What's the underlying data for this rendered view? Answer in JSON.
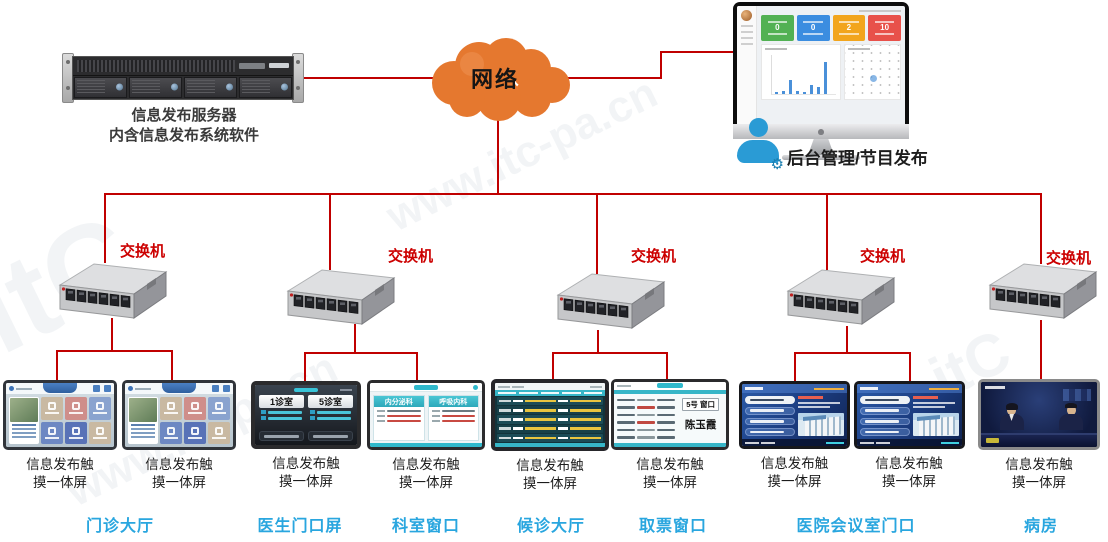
{
  "watermark": {
    "brand": "itC",
    "url": "www.itc-pa.cn"
  },
  "server": {
    "caption_line1": "信息发布服务器",
    "caption_line2": "内含信息发布系统软件"
  },
  "cloud": {
    "label": "网络"
  },
  "backend": {
    "label": "后台管理/节目发布",
    "dashboard_cards": [
      {
        "value": "0",
        "color": "#52b153"
      },
      {
        "value": "0",
        "color": "#3b8de0"
      },
      {
        "value": "2",
        "color": "#f2a51d"
      },
      {
        "value": "10",
        "color": "#e8514a"
      }
    ]
  },
  "switch": {
    "label": "交换机"
  },
  "screen_caption": {
    "line1": "信息发布触",
    "line2": "摸一体屏"
  },
  "screens": {
    "doctor_door": {
      "room_left": "1诊室",
      "room_right": "5诊室"
    },
    "dept_window": {
      "dept_left": "内分泌科",
      "dept_right": "呼吸内科"
    },
    "ticket_window": {
      "window_no": "5号 窗口",
      "staff_name": "陈玉霞"
    }
  },
  "locations": {
    "outpatient_hall": "门诊大厅",
    "doctor_door": "医生门口屏",
    "dept_window": "科室窗口",
    "waiting_hall": "候诊大厅",
    "ticket_window": "取票窗口",
    "meeting_room": "医院会议室门口",
    "ward": "病房"
  },
  "colors": {
    "connection_line": "#c00000",
    "switch_label_red": "#cc0000",
    "cloud_orange": "#e5782f",
    "location_label_cyan": "#29a6df"
  }
}
